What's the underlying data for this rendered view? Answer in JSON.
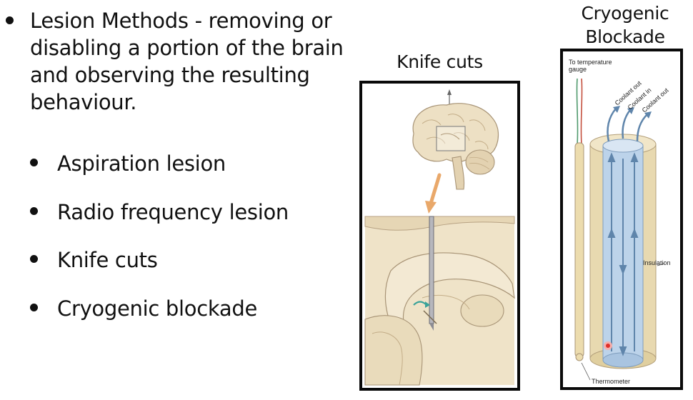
{
  "bullets": {
    "main": "Lesion Methods - removing or disabling a portion of the brain and observing the resulting behaviour.",
    "sub": [
      "Aspiration lesion",
      "Radio frequency lesion",
      "Knife cuts",
      "Cryogenic blockade"
    ]
  },
  "figures": {
    "knife": {
      "title": "Knife cuts"
    },
    "cryo": {
      "title_line1": "Cryogenic",
      "title_line2": "Blockade",
      "labels": {
        "gauge_line1": "To temperature",
        "gauge_line2": "gauge",
        "coolant_out_1": "Coolant out",
        "coolant_in": "Coolant in",
        "coolant_out_2": "Coolant out",
        "insulation": "Insulation",
        "thermometer": "Thermometer"
      }
    }
  },
  "colors": {
    "text": "#111111",
    "frame": "#0a0a0a",
    "brain_tissue": "#ede0c4",
    "brain_outline": "#a89476",
    "arrow_orange": "#e9a86a",
    "probe_insulation": "#e8d9b0",
    "probe_cool": "#bcd3ea",
    "probe_arrow": "#5f85ab",
    "wire_green": "#4f9a6d",
    "wire_red": "#c4503e",
    "thermometer_dot": "#e0302a"
  }
}
